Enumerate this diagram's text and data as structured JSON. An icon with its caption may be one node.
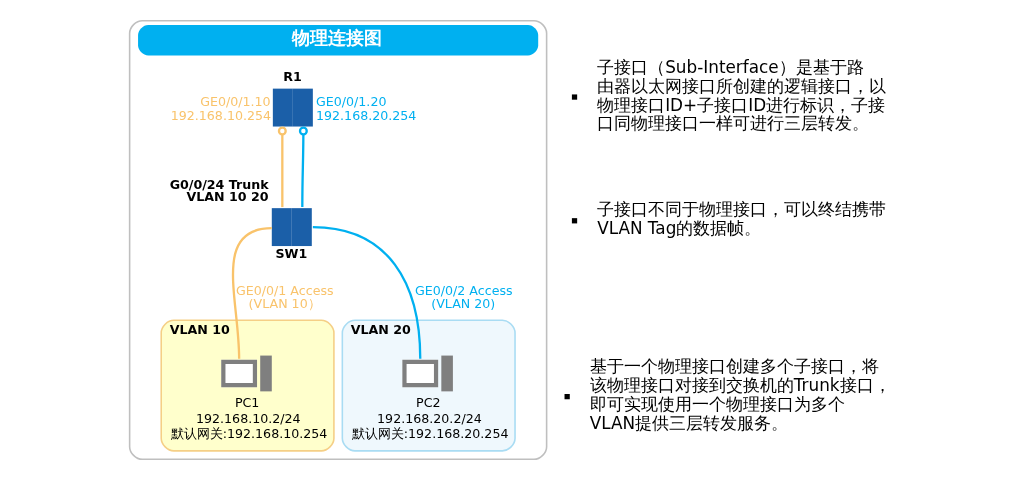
{
  "diagram": {
    "nodes": [
      {
        "text": [
          "物理连接图"
        ]
      },
      {
        "text": [
          "R1"
        ],
        "in": 0,
        "beside": [
          "GE0/0/1.10 192.168.10.254",
          "GE0/0/1.20 192.168.20.254"
        ]
      },
      {
        "text": [
          "SW1"
        ],
        "in": 0,
        "beside": [
          "G0/0/24 Trunk VLAN 10 20"
        ]
      },
      {
        "text": [
          "VLAN 10"
        ],
        "in": 0
      },
      {
        "text": [
          "PC1",
          "192.168.10.2/24",
          "默认网关:192.168.10.254"
        ],
        "in": 3
      },
      {
        "text": [
          "VLAN 20"
        ],
        "in": 0
      },
      {
        "text": [
          "PC2",
          "192.168.20.2/24",
          "默认网关:192.168.20.254"
        ],
        "in": 5
      }
    ],
    "edges": [
      {
        "from": 1,
        "to": 2,
        "arrow": "other",
        "color": "#f9c36b"
      },
      {
        "from": 1,
        "to": 2,
        "arrow": "other",
        "color": "#00b0f0"
      },
      {
        "from": 2,
        "to": 4,
        "arrow": "none",
        "label": "GE0/0/1 Access (VLAN 10）",
        "color": "#f9c36b"
      },
      {
        "from": 2,
        "to": 6,
        "arrow": "none",
        "label": "GE0/0/2 Access (VLAN 20)",
        "color": "#00b0f0"
      }
    ],
    "labels": [
      "子接口（Sub-Interface）是基于路由器以太网接口所创建的逻辑接口，以物理接口ID+子接口ID进行标识，子接口同物理接口一样可进行三层转发。",
      "子接口不同于物理接口，可以终结携带VLAN Tag的数据帧。",
      "基于一个物理接口创建多个子接口，将该物理接口对接到交换机的Trunk接口，即可实现使用一个物理接口为多个VLAN提供三层转发服务。"
    ]
  }
}
